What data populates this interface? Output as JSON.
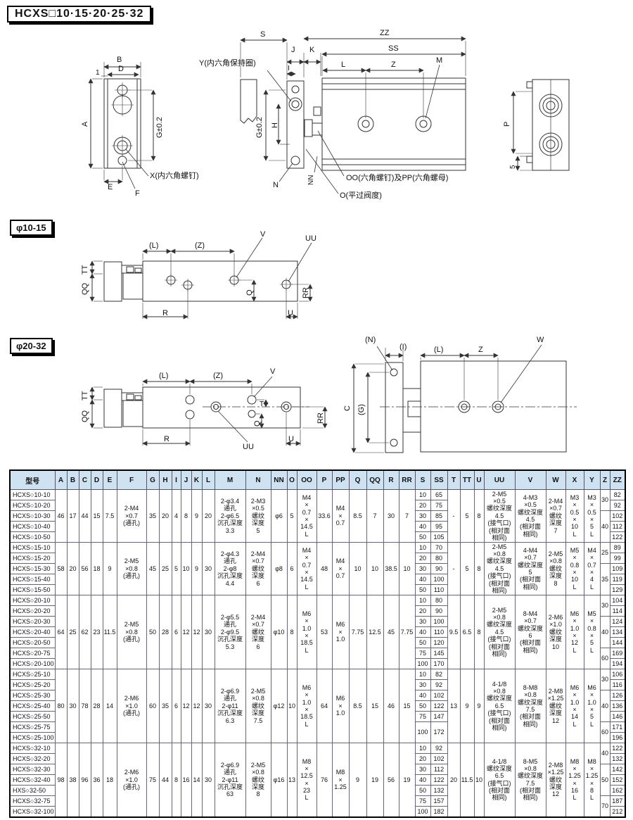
{
  "page": {
    "title": "HCXS□10·15·20·25·32"
  },
  "diagrams": {
    "overview": {
      "labels": {
        "b": "B",
        "d": "D",
        "one": "1",
        "a": "A",
        "g_left": "G±0.2",
        "e": "E",
        "f": "F",
        "x_note": "X(内六角螺钉)",
        "s": "S",
        "j": "J",
        "k": "K",
        "i": "I",
        "y_note": "Y(内六角保持圈)",
        "g_mid": "G±0.2",
        "h": "H",
        "n": "N",
        "nn": "NN",
        "zz": "ZZ",
        "ss": "SS",
        "l": "L",
        "z": "Z",
        "m": "M",
        "oo_pp_note": "OO(六角螺钉)及PP(六角螺母)",
        "o_note": "O(平过阀度)",
        "p": "P",
        "five": "5"
      }
    },
    "d1015": {
      "tag": "φ10-15",
      "labels": {
        "l": "(L)",
        "z": "(Z)",
        "v": "V",
        "uu": "UU",
        "tt": "TT",
        "qq": "QQ",
        "q": "Q",
        "rr": "RR",
        "r": "R",
        "u": "U"
      }
    },
    "d2032": {
      "tag": "φ20-32",
      "labels": {
        "l": "(L)",
        "z": "(Z)",
        "v": "V",
        "t": "T",
        "q": "Q",
        "tt": "TT",
        "qq": "QQ",
        "rr": "RR",
        "r": "R",
        "u": "U",
        "uu": "UU",
        "n2": "(N)",
        "i2": "(I)",
        "l2": "(L)",
        "z2": "Z",
        "w": "W",
        "c": "C",
        "g2": "(G)"
      }
    }
  },
  "table": {
    "headers": [
      "型号",
      "A",
      "B",
      "C",
      "D",
      "E",
      "F",
      "G",
      "H",
      "I",
      "J",
      "K",
      "L",
      "M",
      "N",
      "NN",
      "O",
      "OO",
      "P",
      "PP",
      "Q",
      "QQ",
      "R",
      "RR",
      "S",
      "SS",
      "T",
      "TT",
      "U",
      "UU",
      "V",
      "W",
      "X",
      "Y",
      "Z",
      "ZZ"
    ],
    "groups": [
      {
        "models": [
          "HCXS○10-10",
          "HCXS○10-20",
          "HCXS○10-30",
          "HCXS○10-40",
          "HCXS○10-50"
        ],
        "shared": {
          "A": "46",
          "B": "17",
          "C": "44",
          "D": "15",
          "E": "7.5",
          "F": "2-M4\n×0.7\n(通孔)",
          "G": "35",
          "H": "20",
          "I": "4",
          "J": "8",
          "K": "9",
          "L": "20",
          "M": "2-φ3.4\n通孔\n2-φ6.5\n沉孔深度\n3.3",
          "N": "2-M3\n×0.5\n螺纹\n深度\n5",
          "NN": "φ6",
          "O": "5",
          "OO": "M4\n×\n0.7\n×\n14.5\nL",
          "P": "33.6",
          "PP": "M4\n×\n0.7",
          "Q": "8.5",
          "QQ": "7",
          "R": "30",
          "RR": "7",
          "T": "-",
          "TT": "5",
          "U": "8",
          "UU": "2-M5\n×0.5\n螺纹深度\n4.5\n(接气口)\n(相对面\n相同)",
          "V": "4-M3\n×0.5\n螺纹深度\n4.5\n(相对面\n相同)",
          "W": "2-M4\n×0.7\n螺纹\n深度\n7",
          "X": "M3\n×\n0.5\n×\n10\nL",
          "Y": "M3\n×\n0.5\n×\n5\nL"
        },
        "s_ss": [
          {
            "s": "10",
            "ss": "65"
          },
          {
            "s": "20",
            "ss": "75"
          },
          {
            "s": "30",
            "ss": "85"
          },
          {
            "s": "40",
            "ss": "95"
          },
          {
            "s": "50",
            "ss": "105"
          }
        ],
        "z": [
          {
            "v": "30",
            "rows": 2
          },
          {
            "v": "40",
            "rows": 3
          }
        ],
        "zz": [
          "82",
          "92",
          "102",
          "112",
          "122"
        ]
      },
      {
        "models": [
          "HCXS○15-10",
          "HCXS○15-20",
          "HCXS○15-30",
          "HCXS○15-40",
          "HCXS○15-50"
        ],
        "shared": {
          "A": "58",
          "B": "20",
          "C": "56",
          "D": "18",
          "E": "9",
          "F": "2-M5\n×0.8\n(通孔)",
          "G": "45",
          "H": "25",
          "I": "5",
          "J": "10",
          "K": "9",
          "L": "30",
          "M": "2-φ4.3\n通孔\n2-φ8\n沉孔深度\n4.4",
          "N": "2-M4\n×0.7\n螺纹\n深度\n6",
          "NN": "φ8",
          "O": "6",
          "OO": "M4\n×\n0.7\n×\n14.5\nL",
          "P": "48",
          "PP": "M4\n×\n0.7",
          "Q": "10",
          "QQ": "10",
          "R": "38.5",
          "RR": "10",
          "T": "-",
          "TT": "5",
          "U": "8",
          "UU": "2-M5\n×0.8\n螺纹深度\n4.5\n(接气口)\n(相对面\n相同)",
          "V": "4-M4\n×0.7\n螺纹深度\n5\n(相对面\n相同)",
          "W": "2-M5\n×0.8\n螺纹\n深度\n8",
          "X": "M5\n×\n0.8\n×\n10\nL",
          "Y": "M4\n×\n0.7\n×\n4\nL"
        },
        "s_ss": [
          {
            "s": "10",
            "ss": "70"
          },
          {
            "s": "20",
            "ss": "80"
          },
          {
            "s": "30",
            "ss": "90"
          },
          {
            "s": "40",
            "ss": "100"
          },
          {
            "s": "50",
            "ss": "110"
          }
        ],
        "z": [
          {
            "v": "25",
            "rows": 2
          },
          {
            "v": "35",
            "rows": 3
          }
        ],
        "zz": [
          "89",
          "99",
          "109",
          "119",
          "129"
        ]
      },
      {
        "models": [
          "HCXS○20-10",
          "HCXS○20-20",
          "HCXS○20-30",
          "HCXS○20-40",
          "HCXS○20-50",
          "HCXS○20-75",
          "HCXS○20-100"
        ],
        "shared": {
          "A": "64",
          "B": "25",
          "C": "62",
          "D": "23",
          "E": "11.5",
          "F": "2-M5\n×0.8\n(通孔)",
          "G": "50",
          "H": "28",
          "I": "6",
          "J": "12",
          "K": "12",
          "L": "30",
          "M": "2-φ5.5\n通孔\n2-φ9.5\n沉孔深度\n5.3",
          "N": "2-M4\n×0.7\n螺纹\n深度\n6",
          "NN": "φ10",
          "O": "8",
          "OO": "M6\n×\n1.0\n×\n18.5\nL",
          "P": "53",
          "PP": "M6\n×\n1.0",
          "Q": "7.75",
          "QQ": "12.5",
          "R": "45",
          "RR": "7.75",
          "T": "9.5",
          "TT": "6.5",
          "U": "8",
          "UU": "2-M5\n×0.8\n螺纹深度\n4.5\n(接气口)\n(相对面\n相同)",
          "V": "8-M4\n×0.7\n螺纹深度\n6\n(相对面\n相同)",
          "W": "2-M6\n×1.0\n螺纹\n深度\n10",
          "X": "M6\n×\n1.0\n×\n12\nL",
          "Y": "M5\n×\n0.8\n×\n5\nL"
        },
        "s_ss": [
          {
            "s": "10",
            "ss": "80"
          },
          {
            "s": "20",
            "ss": "90"
          },
          {
            "s": "30",
            "ss": "100"
          },
          {
            "s": "40",
            "ss": "110"
          },
          {
            "s": "50",
            "ss": "120"
          },
          {
            "s": "75",
            "ss": "145"
          },
          {
            "s": "100",
            "ss": "170"
          }
        ],
        "z": [
          {
            "v": "30",
            "rows": 2
          },
          {
            "v": "40",
            "rows": 3
          },
          {
            "v": "60",
            "rows": 2
          }
        ],
        "zz": [
          "104",
          "114",
          "124",
          "134",
          "144",
          "169",
          "194"
        ]
      },
      {
        "models": [
          "HCXS○25-10",
          "HCXS○25-20",
          "HCXS○25-30",
          "HCXS○25-40",
          "HCXS○25-50",
          "HCXS○25-75",
          "HCXS○25-100"
        ],
        "shared": {
          "A": "80",
          "B": "30",
          "C": "78",
          "D": "28",
          "E": "14",
          "F": "2-M6\n×1.0\n(通孔)",
          "G": "60",
          "H": "35",
          "I": "6",
          "J": "12",
          "K": "12",
          "L": "30",
          "M": "2-φ6.9\n通孔\n2-φ11\n沉孔深度\n6.3",
          "N": "2-M5\n×0.8\n螺纹\n深度\n7.5",
          "NN": "φ12",
          "O": "10",
          "OO": "M6\n×\n1.0\n×\n18.5\nL",
          "P": "64",
          "PP": "M6\n×\n1.0",
          "Q": "8.5",
          "QQ": "15",
          "R": "46",
          "RR": "15",
          "T": "13",
          "TT": "9",
          "U": "9",
          "UU": "4-1/8\n×0.8\n螺纹深度\n6.5\n(接气口)\n(相对面\n相同)",
          "V": "8-M8\n×0.8\n螺纹深度\n7.5\n(相对面\n相同)",
          "W": "2-M8\n×1.25\n螺纹\n深度\n12",
          "X": "M6\n×\n1.0\n×\n14\nL",
          "Y": "M6\n×\n1.0\n×\n5\nL"
        },
        "s_ss": [
          {
            "s": "10",
            "ss": "82"
          },
          {
            "s": "30",
            "ss": "92"
          },
          {
            "s": "40",
            "ss": "102"
          },
          {
            "s": "50",
            "ss": "122"
          },
          {
            "s": "75",
            "ss": "147"
          },
          {
            "s": "100",
            "ss": "172",
            "rows": 2
          }
        ],
        "z": [
          {
            "v": "30",
            "rows": 2
          },
          {
            "v": "40",
            "rows": 3
          },
          {
            "v": "60",
            "rows": 2
          }
        ],
        "zz": [
          "106",
          "116",
          "126",
          "136",
          "146",
          "171",
          "196"
        ]
      },
      {
        "models": [
          "HCXS○32-10",
          "HCXS○32-20",
          "HCXS○32-30",
          "HCXS○32-40",
          "HXS○32-50",
          "HCXS○32-75",
          "HCXS○32-100"
        ],
        "shared": {
          "A": "98",
          "B": "38",
          "C": "96",
          "D": "36",
          "E": "18",
          "F": "2-M6\n×1.0\n(通孔)",
          "G": "75",
          "H": "44",
          "I": "8",
          "J": "16",
          "K": "14",
          "L": "30",
          "M": "2-φ6.9\n通孔\n2-φ11\n沉孔深度\n63",
          "N": "2-M5\n×0.8\n螺纹\n深度\n8",
          "NN": "φ16",
          "O": "13",
          "OO": "M8\n×\n12.5\n×\n23\nL",
          "P": "76",
          "PP": "M8\n×\n1.25",
          "Q": "9",
          "QQ": "19",
          "R": "56",
          "RR": "19",
          "T": "20",
          "TT": "11.5",
          "U": "10",
          "UU": "4-1/8\n螺纹深度\n6.5\n(接气口)\n(相对面\n相同)",
          "V": "8-M5\n×0.8\n螺纹深度\n7.5\n(相对面\n相同)",
          "W": "2-M8\n×1.25\n螺纹\n深度\n12",
          "X": "M8\n×\n1.25\n×\n16\nL",
          "Y": "M8\n×\n1.25\n×\n8\nL"
        },
        "s_ss": [
          {
            "s": "10",
            "ss": "92"
          },
          {
            "s": "20",
            "ss": "102"
          },
          {
            "s": "30",
            "ss": "112"
          },
          {
            "s": "40",
            "ss": "122"
          },
          {
            "s": "50",
            "ss": "132"
          },
          {
            "s": "75",
            "ss": "157"
          },
          {
            "s": "100",
            "ss": "182"
          }
        ],
        "z": [
          {
            "v": "40",
            "rows": 2
          },
          {
            "v": "50",
            "rows": 3
          },
          {
            "v": "70",
            "rows": 2
          }
        ],
        "zz": [
          "122",
          "132",
          "142",
          "152",
          "162",
          "187",
          "212"
        ]
      }
    ]
  }
}
